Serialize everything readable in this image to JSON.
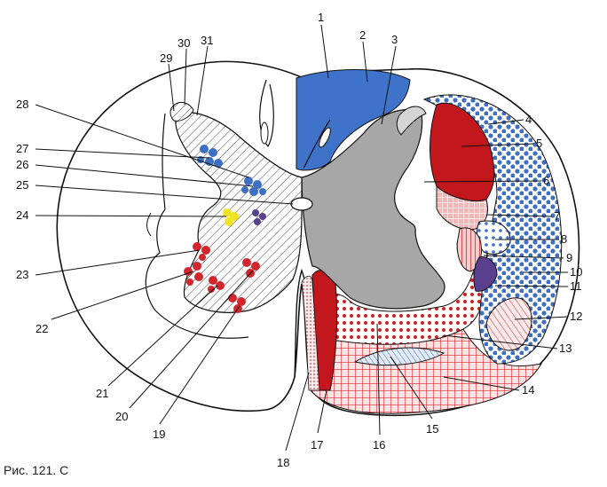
{
  "labels": [
    "1",
    "2",
    "3",
    "4",
    "5",
    "6",
    "7",
    "8",
    "9",
    "10",
    "11",
    "12",
    "13",
    "14",
    "15",
    "16",
    "17",
    "18",
    "19",
    "20",
    "21",
    "22",
    "23",
    "24",
    "25",
    "26",
    "27",
    "28",
    "29",
    "30",
    "31"
  ],
  "caption": "Рис. 121. С",
  "colors": {
    "outline": "#111111",
    "gray_matter_right": "#a7a7a7",
    "blue_tract": "#3f73c9",
    "red_tract": "#c2171c",
    "dots_blue": "#3d6fc4",
    "dots_red": "#d1262b",
    "hatch": "#333333",
    "violet": "#5a3f8f",
    "yellow": "#f2e224"
  }
}
